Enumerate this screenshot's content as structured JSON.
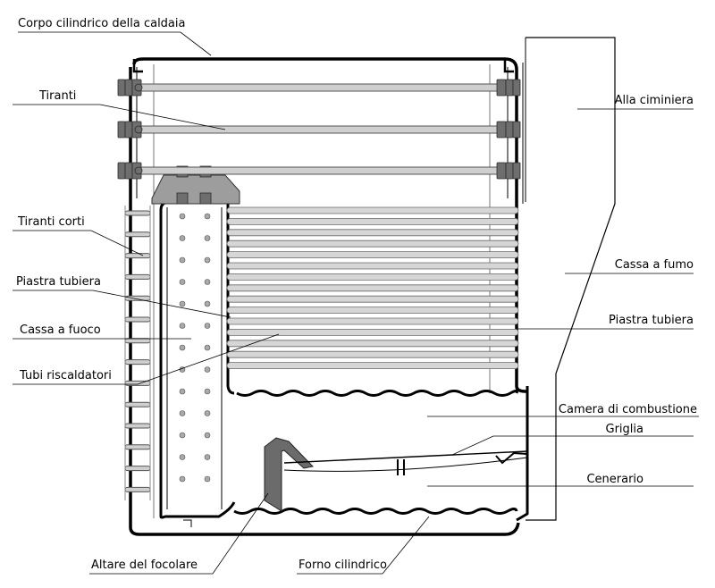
{
  "labels": {
    "corpo_cilindrico": "Corpo cilindrico della caldaia",
    "tiranti": "Tiranti",
    "alla_ciminiera": "Alla ciminiera",
    "tiranti_corti": "Tiranti corti",
    "cassa_a_fumo": "Cassa a fumo",
    "piastra_tubiera_left": "Piastra tubiera",
    "piastra_tubiera_right": "Piastra tubiera",
    "cassa_a_fuoco": "Cassa a fuoco",
    "tubi_riscaldatori": "Tubi riscaldatori",
    "camera_di_combustione": "Camera di combustione",
    "griglia": "Griglia",
    "cenerario": "Cenerario",
    "altare_del_focolare": "Altare del focolare",
    "forno_cilindrico": "Forno cilindrico"
  }
}
